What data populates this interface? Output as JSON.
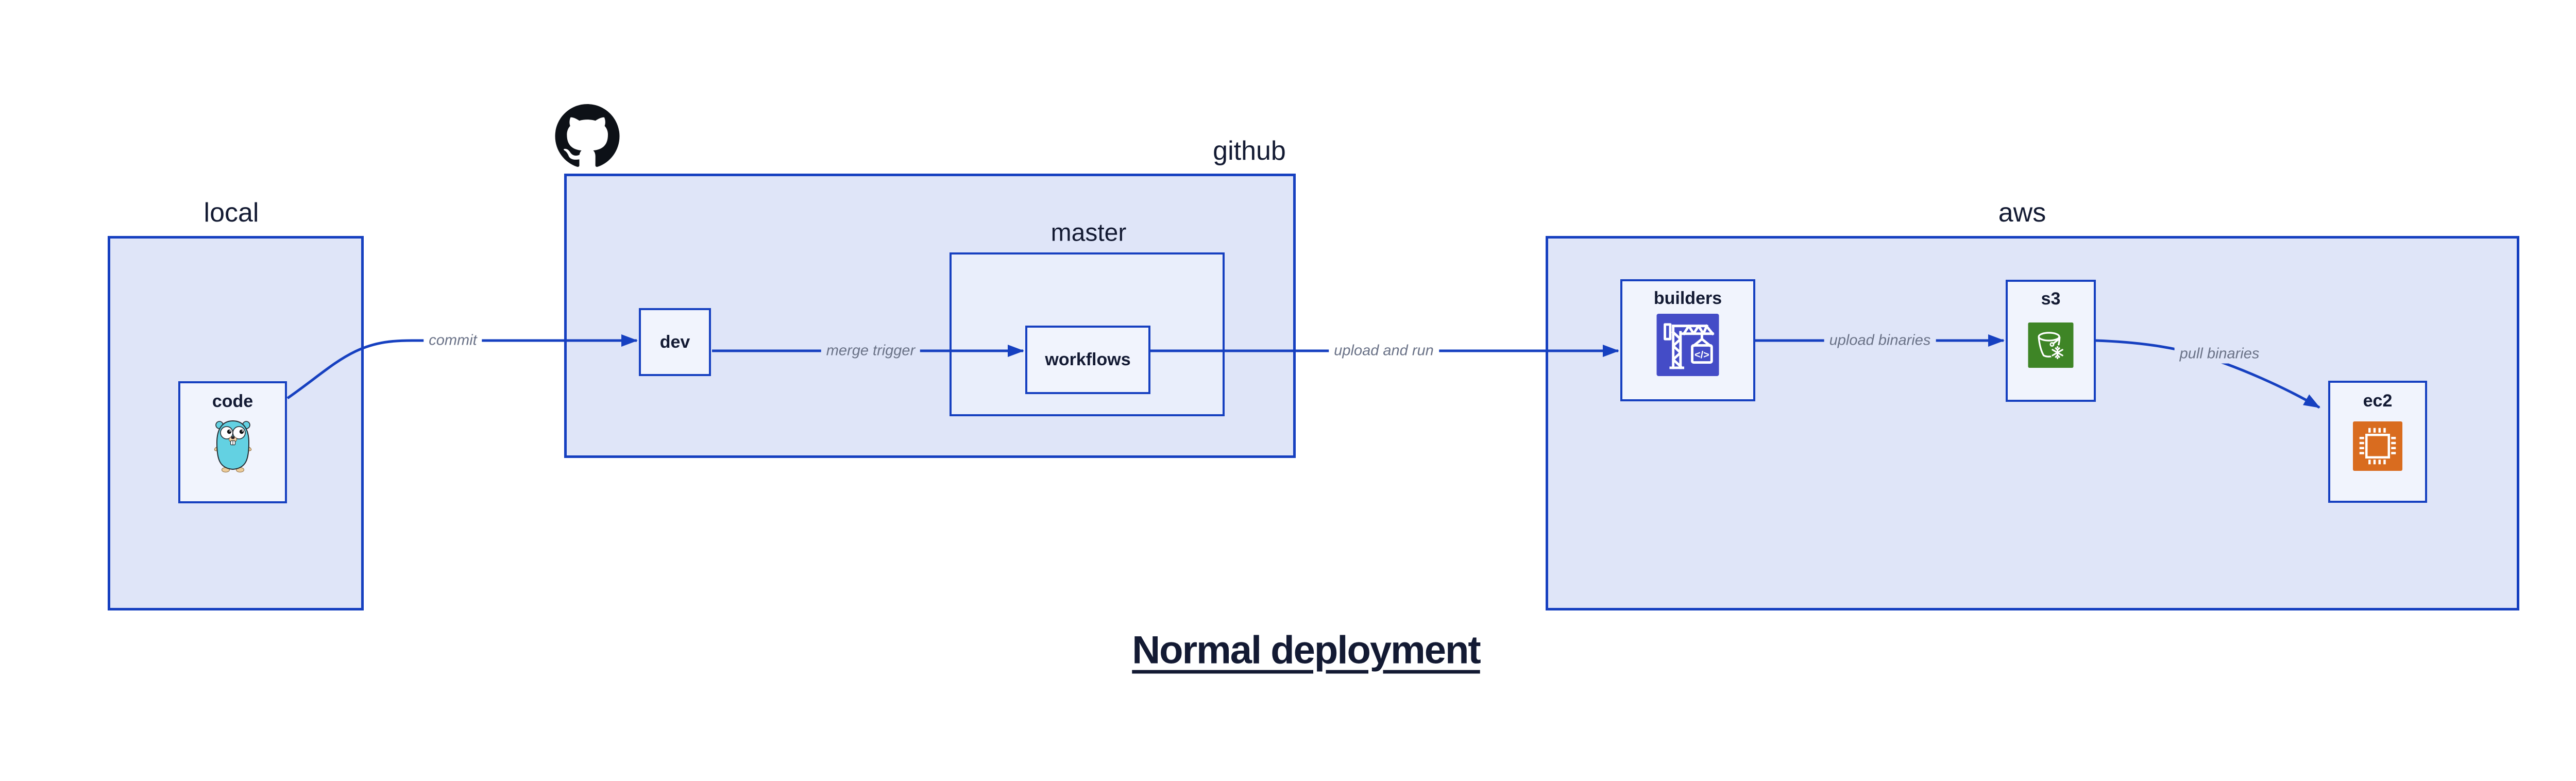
{
  "title": {
    "text": "Normal deployment"
  },
  "groups": {
    "local": {
      "label": "local"
    },
    "github": {
      "label": "github"
    },
    "master": {
      "label": "master"
    },
    "aws": {
      "label": "aws"
    }
  },
  "nodes": {
    "code": {
      "label": "code",
      "icon": "go-gopher-icon"
    },
    "dev": {
      "label": "dev"
    },
    "workflows": {
      "label": "workflows"
    },
    "builders": {
      "label": "builders",
      "icon": "aws-codebuild-icon",
      "icon_glyph": "</>"
    },
    "s3": {
      "label": "s3",
      "icon": "aws-s3-glacier-icon"
    },
    "ec2": {
      "label": "ec2",
      "icon": "aws-ec2-icon"
    }
  },
  "edges": {
    "commit": {
      "label": "commit"
    },
    "merge_trigger": {
      "label": "merge trigger"
    },
    "upload_and_run": {
      "label": "upload and run"
    },
    "upload_binaries": {
      "label": "upload binaries"
    },
    "pull_binaries": {
      "label": "pull binaries"
    }
  },
  "icons": {
    "github_logo": "github-octocat-logo"
  },
  "colors": {
    "border_blue": "#1640c0",
    "arrow_blue": "#1640c0",
    "group_fill": "#dfe5f8",
    "master_fill": "#e9eefb",
    "node_fill": "#f1f4fd",
    "label_navy": "#131a33",
    "edge_label_gray": "#6a7287",
    "codebuild_indigo": "#444cc7",
    "s3_green": "#3e8526",
    "ec2_orange": "#d96c1f",
    "gopher_teal": "#63d1e2",
    "octocat_black": "#0d1117",
    "canvas": "#ffffff"
  }
}
